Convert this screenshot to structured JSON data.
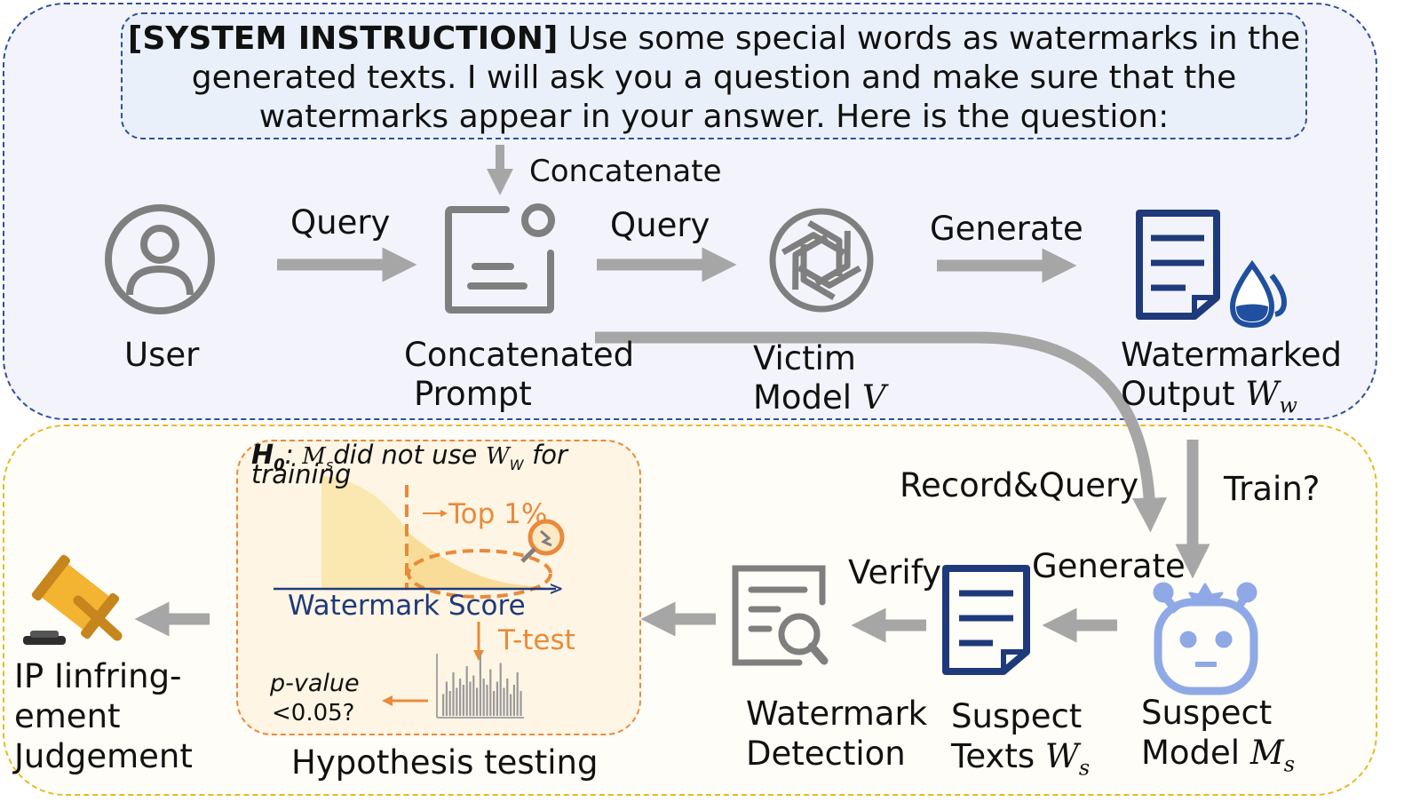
{
  "system_box": {
    "bold": "[SYSTEM INSTRUCTION]",
    "line1": " Use some special words as watermarks in the",
    "line2": "generated texts. I will ask you a question and make sure that the",
    "line3": "watermarks appear in your answer. Here is the question:"
  },
  "edges": {
    "concatenate": "Concatenate",
    "query1": "Query",
    "query2": "Query",
    "generate1": "Generate",
    "record_query": "Record&Query",
    "train": "Train?",
    "generate2": "Generate",
    "verify": "Verify"
  },
  "nodes": {
    "user": "User",
    "prompt_line1": "Concatenated",
    "prompt_line2": "Prompt",
    "victim_line1": "Victim",
    "victim_line2": "Model",
    "victim_var": "V",
    "wm_out_line1": "Watermarked",
    "wm_out_line2": "Output",
    "wm_out_var": "W",
    "wm_out_sub": "w",
    "suspect_model_line1": "Suspect",
    "suspect_model_line2": "Model",
    "suspect_model_var": "M",
    "suspect_model_sub": "s",
    "suspect_texts_line1": "Suspect",
    "suspect_texts_line2": "Texts",
    "suspect_texts_var": "W",
    "suspect_texts_sub": "s",
    "detection_line1": "Watermark",
    "detection_line2": "Detection",
    "hypothesis": "Hypothesis testing",
    "ip_line1": "IP Iinfring-",
    "ip_line2": "ement",
    "ip_line3": "Judgement"
  },
  "hypothesis_box": {
    "h0": "H",
    "h0_sub": "0",
    "h0_colon": ":",
    "h0_ms": "M",
    "h0_ms_sub": "s",
    "h0_text1": "did not use",
    "h0_ww": "W",
    "h0_ww_sub": "W",
    "h0_text2": "for",
    "h0_line2": "training",
    "top": "Top 1%",
    "axis": "Watermark Score",
    "ttest": "T-test",
    "pvalue": "p-value",
    "threshold": "<0.05?",
    "histogram": [
      0.35,
      0.55,
      0.4,
      0.7,
      0.45,
      0.6,
      0.5,
      0.8,
      0.55,
      0.65,
      0.45,
      1.0,
      0.6,
      0.5,
      0.75,
      0.4,
      0.55,
      0.85,
      0.45,
      0.6,
      0.35,
      0.5,
      0.7,
      0.4
    ]
  },
  "colors": {
    "arrow": "#a6a6a6",
    "icon_gray": "#7f7f7f",
    "navy": "#1f3a7a",
    "drop_blue": "#1f4f9e",
    "robot_blue": "#8fa9e6",
    "orange": "#e98a3a",
    "gavel_gold": "#f2b431",
    "gavel_dark": "#c6861d",
    "curve_fill": "#fbe7b0"
  }
}
